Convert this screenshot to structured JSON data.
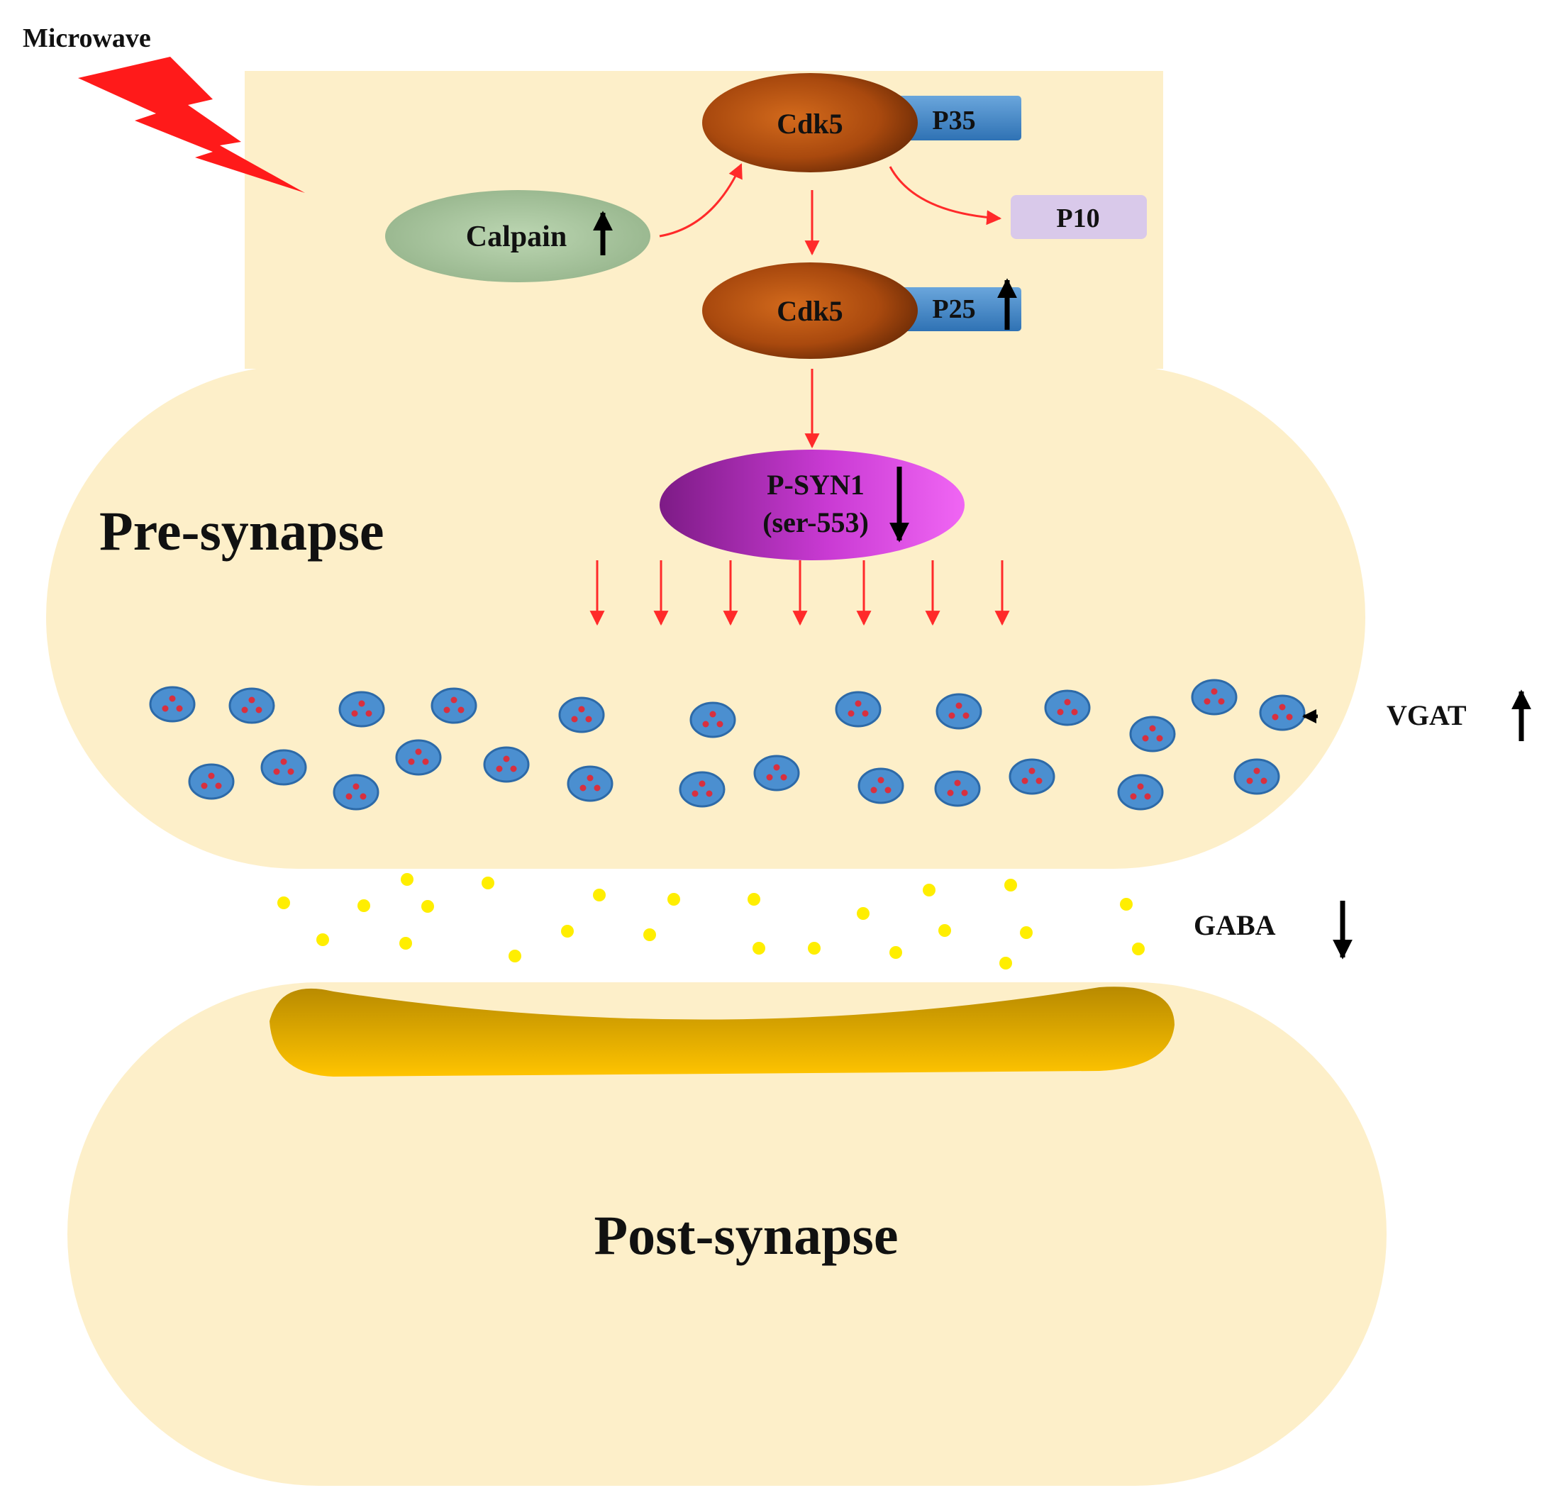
{
  "labels": {
    "microwave": "Microwave",
    "calpain": "Calpain",
    "cdk5_top": "Cdk5",
    "p35": "P35",
    "p10": "P10",
    "cdk5_bottom": "Cdk5",
    "p25": "P25",
    "psyn1_line1": "P-SYN1",
    "psyn1_line2": "(ser-553)",
    "pre_synapse": "Pre-synapse",
    "post_synapse": "Post-synapse",
    "vgat": "VGAT",
    "gaba": "GABA"
  },
  "regulation": {
    "calpain": "up",
    "p25": "up",
    "psyn1": "down",
    "vgat": "up",
    "gaba": "down"
  },
  "colors": {
    "cell_fill": "#fdefc9",
    "lightning": "#ff1a1a",
    "pathway_arrow": "#ff2a2a",
    "regulation_arrow": "#000000",
    "calpain": "#a9c79f",
    "cdk5": "#b4500c",
    "p35_p25_box": "#3f86c8",
    "p10_box": "#d9c9ea",
    "psyn1": "#c12fc9",
    "vesicle": "#4b8fd0",
    "gaba_dot": "#ffee00",
    "receptor": "#e6a800"
  }
}
